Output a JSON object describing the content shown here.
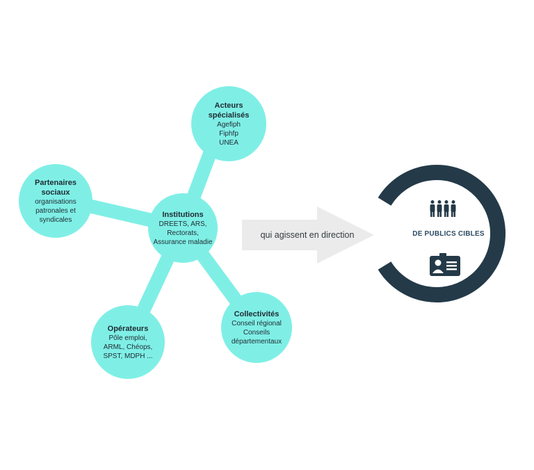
{
  "diagram": {
    "nodes": {
      "institutions": {
        "title": "Institutions",
        "lines": [
          "DREETS, ARS,",
          "Rectorats,",
          "Assurance maladie"
        ]
      },
      "acteurs": {
        "title_lines": [
          "Acteurs",
          "spécialisés"
        ],
        "lines": [
          "Agefiph",
          "Fiphfp",
          "UNEA"
        ]
      },
      "partenaires": {
        "title_lines": [
          "Partenaires",
          "sociaux"
        ],
        "lines": [
          "organisations",
          "patronales et",
          "syndicales"
        ]
      },
      "operateurs": {
        "title": "Opérateurs",
        "lines": [
          "Pôle emploi,",
          "ARML, Chéops,",
          "SPST, MDPH ..."
        ]
      },
      "collectivites": {
        "title": "Collectivités",
        "lines": [
          "Conseil régional",
          "Conseils",
          "départementaux"
        ]
      }
    },
    "arrow_label": "qui agissent en direction",
    "target": {
      "label": "DE PUBLICS CIBLES",
      "icons": [
        "people-group-icon",
        "id-card-icon"
      ]
    },
    "colors": {
      "node": "#7fefe6",
      "ring": "#243a48",
      "arrow": "#ebebeb",
      "text": "#1f2b33"
    }
  }
}
